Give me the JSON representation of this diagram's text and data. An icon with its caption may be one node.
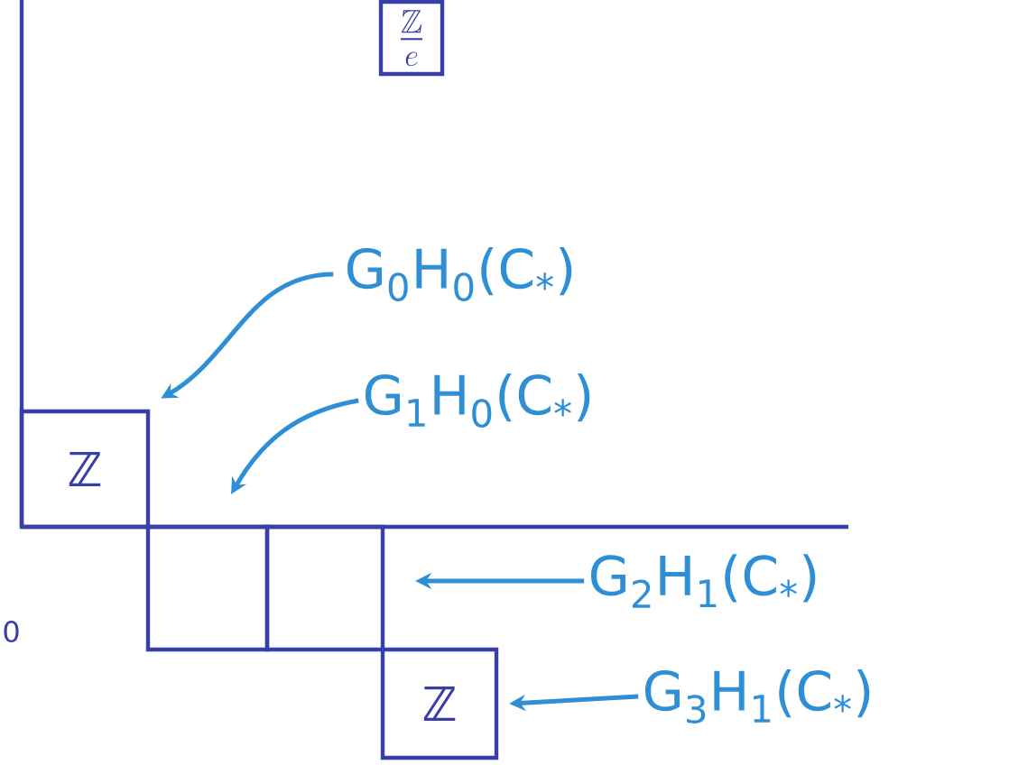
{
  "diagram": {
    "nodes": [
      {
        "text": [
          "\\frac{\\mathbb{Z}}{e}"
        ]
      },
      {
        "text": [
          "ℤ"
        ]
      },
      {
        "text": [],
        "shape": "box"
      },
      {
        "text": [],
        "shape": "box"
      },
      {
        "text": [
          "ℤ"
        ]
      },
      {
        "text": [
          "G$_{0}$H$_{0}$(C$_{*}$)"
        ]
      },
      {
        "text": [
          "G$_{1}$H$_{0}$(C$_{*}$)"
        ]
      },
      {
        "text": [
          "G$_{2}$H$_{1}$(C$_{*}$)"
        ]
      },
      {
        "text": [
          "G$_{3}$H$_{1}$(C$_{*}$)"
        ]
      }
    ],
    "edges": [
      {
        "from": 5,
        "to": 1,
        "arrow": "to"
      },
      {
        "from": 6,
        "to": null,
        "arrow": "to"
      },
      {
        "from": 7,
        "to": null,
        "arrow": "to"
      },
      {
        "from": 8,
        "to": 4,
        "arrow": "to"
      }
    ],
    "labels": [
      "0"
    ]
  }
}
